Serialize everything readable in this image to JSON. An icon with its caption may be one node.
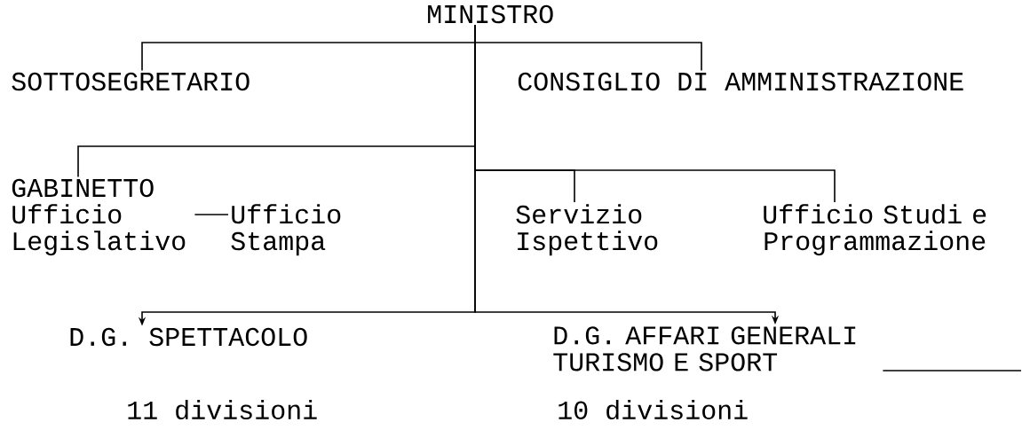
{
  "diagram": {
    "nodes": [
      {
        "text": [
          "MINISTRO"
        ]
      },
      {
        "text": [
          "SOTTOSEGRETARIO"
        ]
      },
      {
        "text": [
          "CONSIGLIO DI AMMINISTRAZIONE"
        ]
      },
      {
        "text": [
          "GABINETTO"
        ]
      },
      {
        "text": [
          "Ufficio Legislativo"
        ]
      },
      {
        "text": [
          "Ufficio Stampa"
        ]
      },
      {
        "text": [
          "Servizio Ispettivo"
        ]
      },
      {
        "text": [
          "Ufficio Studi e Programmazione"
        ]
      },
      {
        "text": [
          "D.G. SPETTACOLO"
        ],
        "beside": [
          "11 divisioni"
        ]
      },
      {
        "text": [
          "D.G. AFFARI GENERALI TURISMO E SPORT"
        ],
        "beside": [
          "10 divisioni"
        ]
      }
    ],
    "edges": [
      {
        "from": 0,
        "to": 1,
        "arrow": "none"
      },
      {
        "from": 0,
        "to": 2,
        "arrow": "none"
      },
      {
        "from": 0,
        "to": 3,
        "arrow": "none"
      },
      {
        "from": 0,
        "to": 6,
        "arrow": "none"
      },
      {
        "from": 0,
        "to": 7,
        "arrow": "none"
      },
      {
        "from": 4,
        "to": 5,
        "arrow": "none"
      },
      {
        "from": 0,
        "to": 8,
        "arrow": "to"
      },
      {
        "from": 0,
        "to": 9,
        "arrow": "to"
      },
      {
        "from": 9,
        "to": null,
        "arrow": "none"
      }
    ]
  }
}
